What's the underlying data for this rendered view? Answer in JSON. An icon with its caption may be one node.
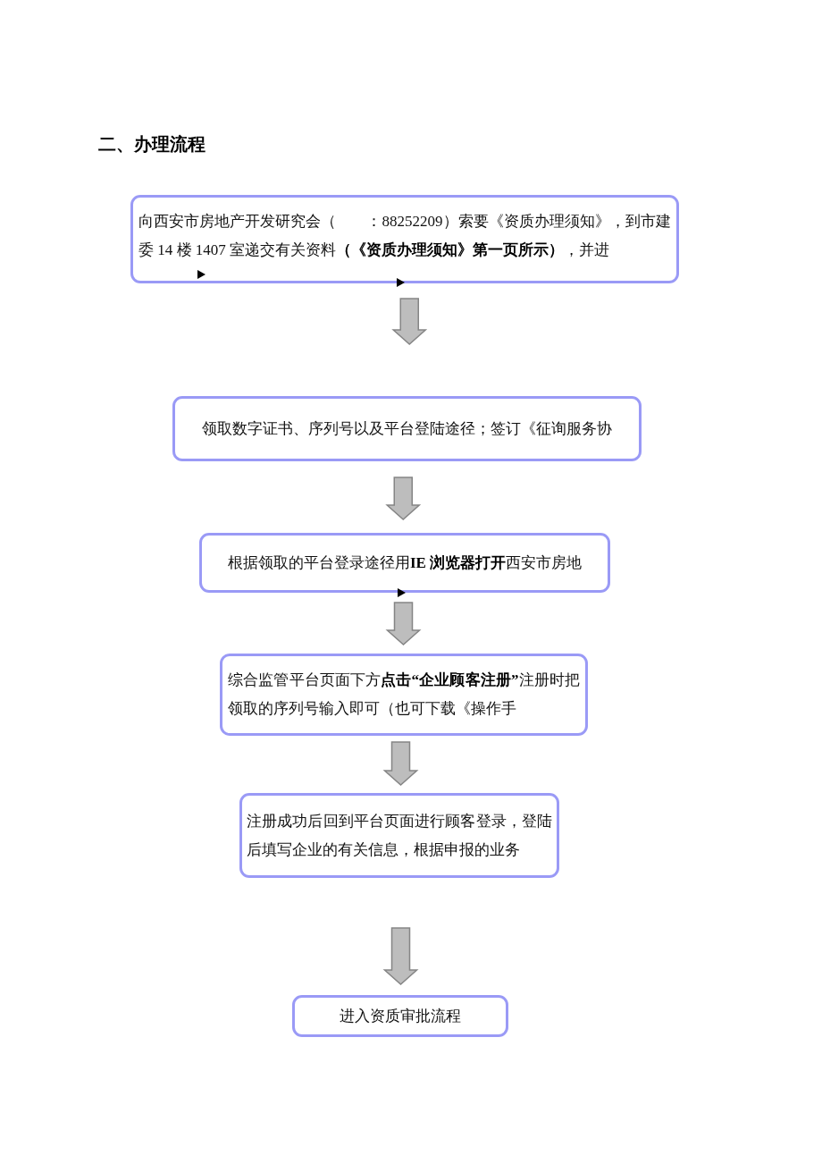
{
  "diagram": {
    "title": "二、办理流程",
    "nodes": [
      {
        "text": [
          "向西安市房地产开发研究会（　　：88252209）索要《资质办理须知》，到市建委 14 楼 1407 室递交有关资料**（《资质办理须知》第一页所示）**，并进"
        ]
      },
      {
        "text": [
          "领取数字证书、序列号以及平台登陆途径；签订《征询服务协"
        ]
      },
      {
        "text": [
          "根据领取的平台登录途径用**IE 浏览器打开**西安市房地"
        ]
      },
      {
        "text": [
          "综合监管平台页面下方**点击“企业顾客注册”**注册时把领取的序列号输入即可（也可下载《操作手"
        ]
      },
      {
        "text": [
          "注册成功后回到平台页面进行顾客登录，登陆后填写企业的有关信息，根据申报的业务"
        ]
      },
      {
        "text": [
          "进入资质审批流程"
        ]
      }
    ],
    "edges": [
      {
        "from": 0,
        "to": 1,
        "arrow": "to"
      },
      {
        "from": 1,
        "to": 2,
        "arrow": "to"
      },
      {
        "from": 2,
        "to": 3,
        "arrow": "to"
      },
      {
        "from": 3,
        "to": 4,
        "arrow": "to"
      },
      {
        "from": 4,
        "to": 5,
        "arrow": "to"
      }
    ]
  }
}
